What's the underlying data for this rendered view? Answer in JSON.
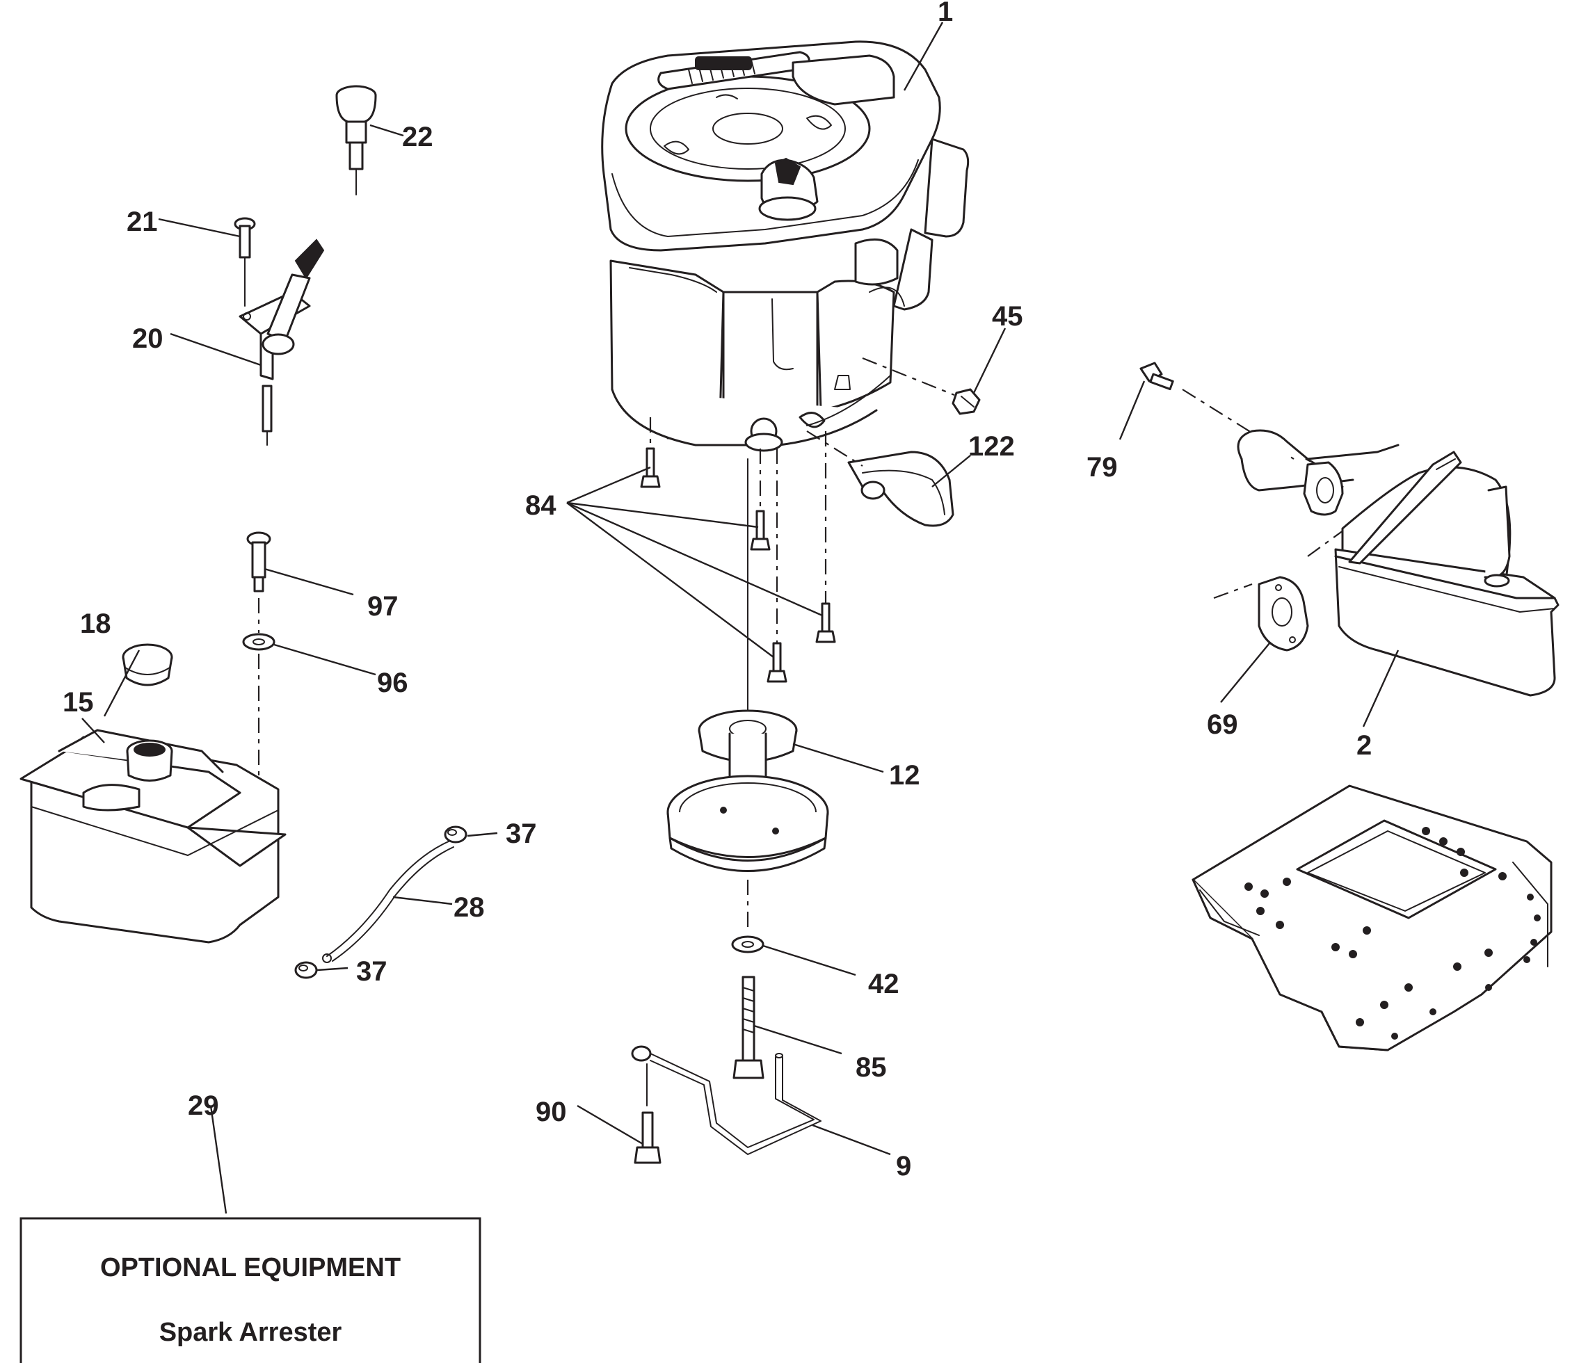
{
  "callouts": {
    "c1": "1",
    "c2": "2",
    "c9": "9",
    "c12": "12",
    "c15": "15",
    "c18": "18",
    "c20": "20",
    "c21": "21",
    "c22": "22",
    "c28": "28",
    "c29": "29",
    "c37a": "37",
    "c37b": "37",
    "c42": "42",
    "c45": "45",
    "c69": "69",
    "c79": "79",
    "c84": "84",
    "c85": "85",
    "c90": "90",
    "c96": "96",
    "c97": "97",
    "c122": "122"
  },
  "optional_box": {
    "title": "OPTIONAL EQUIPMENT",
    "item": "Spark Arrester"
  }
}
